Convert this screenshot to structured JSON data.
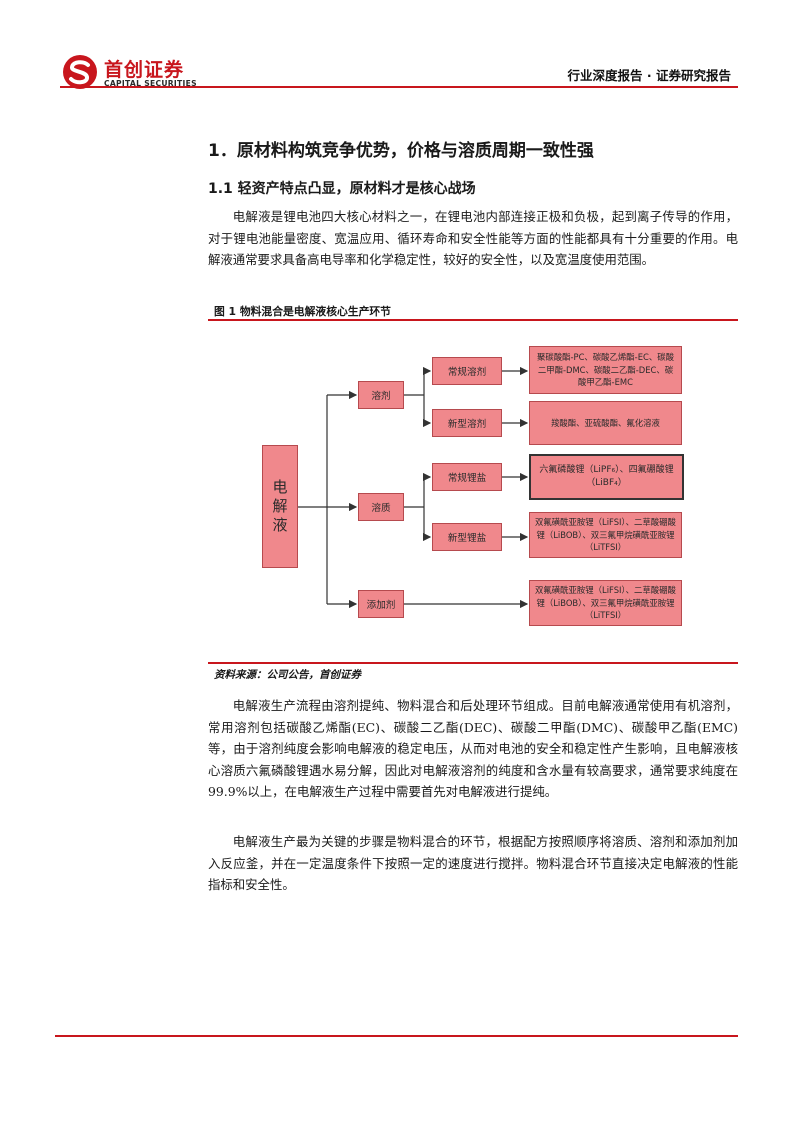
{
  "header": {
    "logo_cn": "首创证券",
    "logo_en": "CAPITAL SECURITIES",
    "report_type": "行业深度报告 · 证券研究报告"
  },
  "section": {
    "h1": "1．原材料构筑竞争优势，价格与溶质周期一致性强",
    "h2": "1.1 轻资产特点凸显，原材料才是核心战场"
  },
  "paragraphs": [
    "电解液是锂电池四大核心材料之一，在锂电池内部连接正极和负极，起到离子传导的作用，对于锂电池能量密度、宽温应用、循环寿命和安全性能等方面的性能都具有十分重要的作用。电解液通常要求具备高电导率和化学稳定性，较好的安全性，以及宽温度使用范围。",
    "电解液生产流程由溶剂提纯、物料混合和后处理环节组成。目前电解液通常使用有机溶剂，常用溶剂包括碳酸乙烯酯(EC)、碳酸二乙酯(DEC)、碳酸二甲酯(DMC)、碳酸甲乙酯(EMC)等，由于溶剂纯度会影响电解液的稳定电压，从而对电池的安全和稳定性产生影响，且电解液核心溶质六氟磷酸锂遇水易分解，因此对电解液溶剂的纯度和含水量有较高要求，通常要求纯度在99.9%以上，在电解液生产过程中需要首先对电解液进行提纯。",
    "电解液生产最为关键的步骤是物料混合的环节，根据配方按照顺序将溶质、溶剂和添加剂加入反应釜，并在一定温度条件下按照一定的速度进行搅拌。物料混合环节直接决定电解液的性能指标和安全性。"
  ],
  "figure": {
    "title": "图 1 物料混合是电解液核心生产环节",
    "source": "资料来源：公司公告，首创证券",
    "root": "电解液",
    "level1": [
      "溶剂",
      "溶质",
      "添加剂"
    ],
    "level2": [
      "常规溶剂",
      "新型溶剂",
      "常规锂盐",
      "新型锂盐"
    ],
    "leaves": [
      "聚碳酸酯-PC、碳酸乙烯酯-EC、碳酸二甲酯-DMC、碳酸二乙酯-DEC、碳酸甲乙酯-EMC",
      "羧酸酯、亚硫酸酯、氟化溶液",
      "六氟磷酸锂（LiPF₆）、四氟硼酸锂（LiBF₄）",
      "双氟磺酰亚胺锂（LiFSI）、二草酸硼酸锂（LiBOB）、双三氟甲烷磺酰亚胺锂（LiTFSI）",
      "双氟磺酰亚胺锂（LiFSI）、二草酸硼酸锂（LiBOB）、双三氟甲烷磺酰亚胺锂（LiTFSI）"
    ],
    "colors": {
      "box_fill": "#f0888c",
      "box_border": "#b64a4e",
      "accent": "#c8161d"
    }
  }
}
